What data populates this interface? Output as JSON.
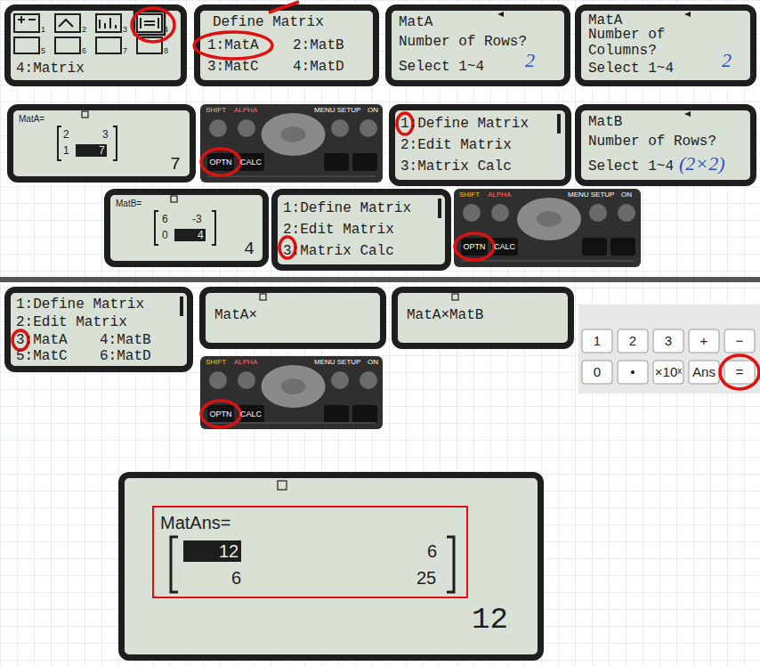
{
  "diagram": {
    "nodes": [
      {
        "text": [
          "1",
          "2",
          "3",
          "4",
          "5",
          "6",
          "7",
          "8",
          "4:Matrix"
        ]
      },
      {
        "text": [
          "Define Matrix",
          "1:MatA",
          "2:MatB",
          "3:MatC",
          "4:MatD"
        ]
      },
      {
        "text": [
          "MatA",
          "Number of Rows?",
          "Select 1~4",
          "2"
        ]
      },
      {
        "text": [
          "MatA",
          "Number of Columns?",
          "Select 1~4",
          "2"
        ]
      },
      {
        "text": [
          "MatA=",
          "2",
          "3",
          "1",
          "7",
          "7"
        ]
      },
      {
        "text": [
          "1:Define Matrix",
          "2:Edit Matrix",
          "3:Matrix Calc"
        ]
      },
      {
        "text": [
          "MatB",
          "Number of Rows?",
          "Select 1~4",
          "(2×2)"
        ]
      },
      {
        "text": [
          "MatB=",
          "6",
          "-3",
          "0",
          "4",
          "4"
        ]
      },
      {
        "text": [
          "1:Define Matrix",
          "2:Edit Matrix",
          "3:Matrix Calc"
        ]
      },
      {
        "text": [
          "1:Define Matrix",
          "2:Edit Matrix",
          "3:MatA",
          "4:MatB",
          "5:MatC",
          "6:MatD"
        ]
      },
      {
        "text": [
          "MatA×"
        ]
      },
      {
        "text": [
          "MatA×MatB"
        ]
      },
      {
        "text": [
          "MatAns=",
          "12",
          "6",
          "6",
          "25",
          "12"
        ]
      }
    ],
    "labels": [
      "SHIFT",
      "ALPHA",
      "MENU SETUP",
      "ON",
      "OPTN",
      "CALC",
      "SHIFT",
      "ALPHA",
      "MENU SETUP",
      "ON",
      "OPTN",
      "CALC",
      "SHIFT",
      "ALPHA",
      "MENU SETUP",
      "ON",
      "OPTN",
      "CALC",
      "1",
      "2",
      "3",
      "+",
      "−",
      "0",
      "•",
      "×10ˣ",
      "Ans",
      "="
    ]
  }
}
